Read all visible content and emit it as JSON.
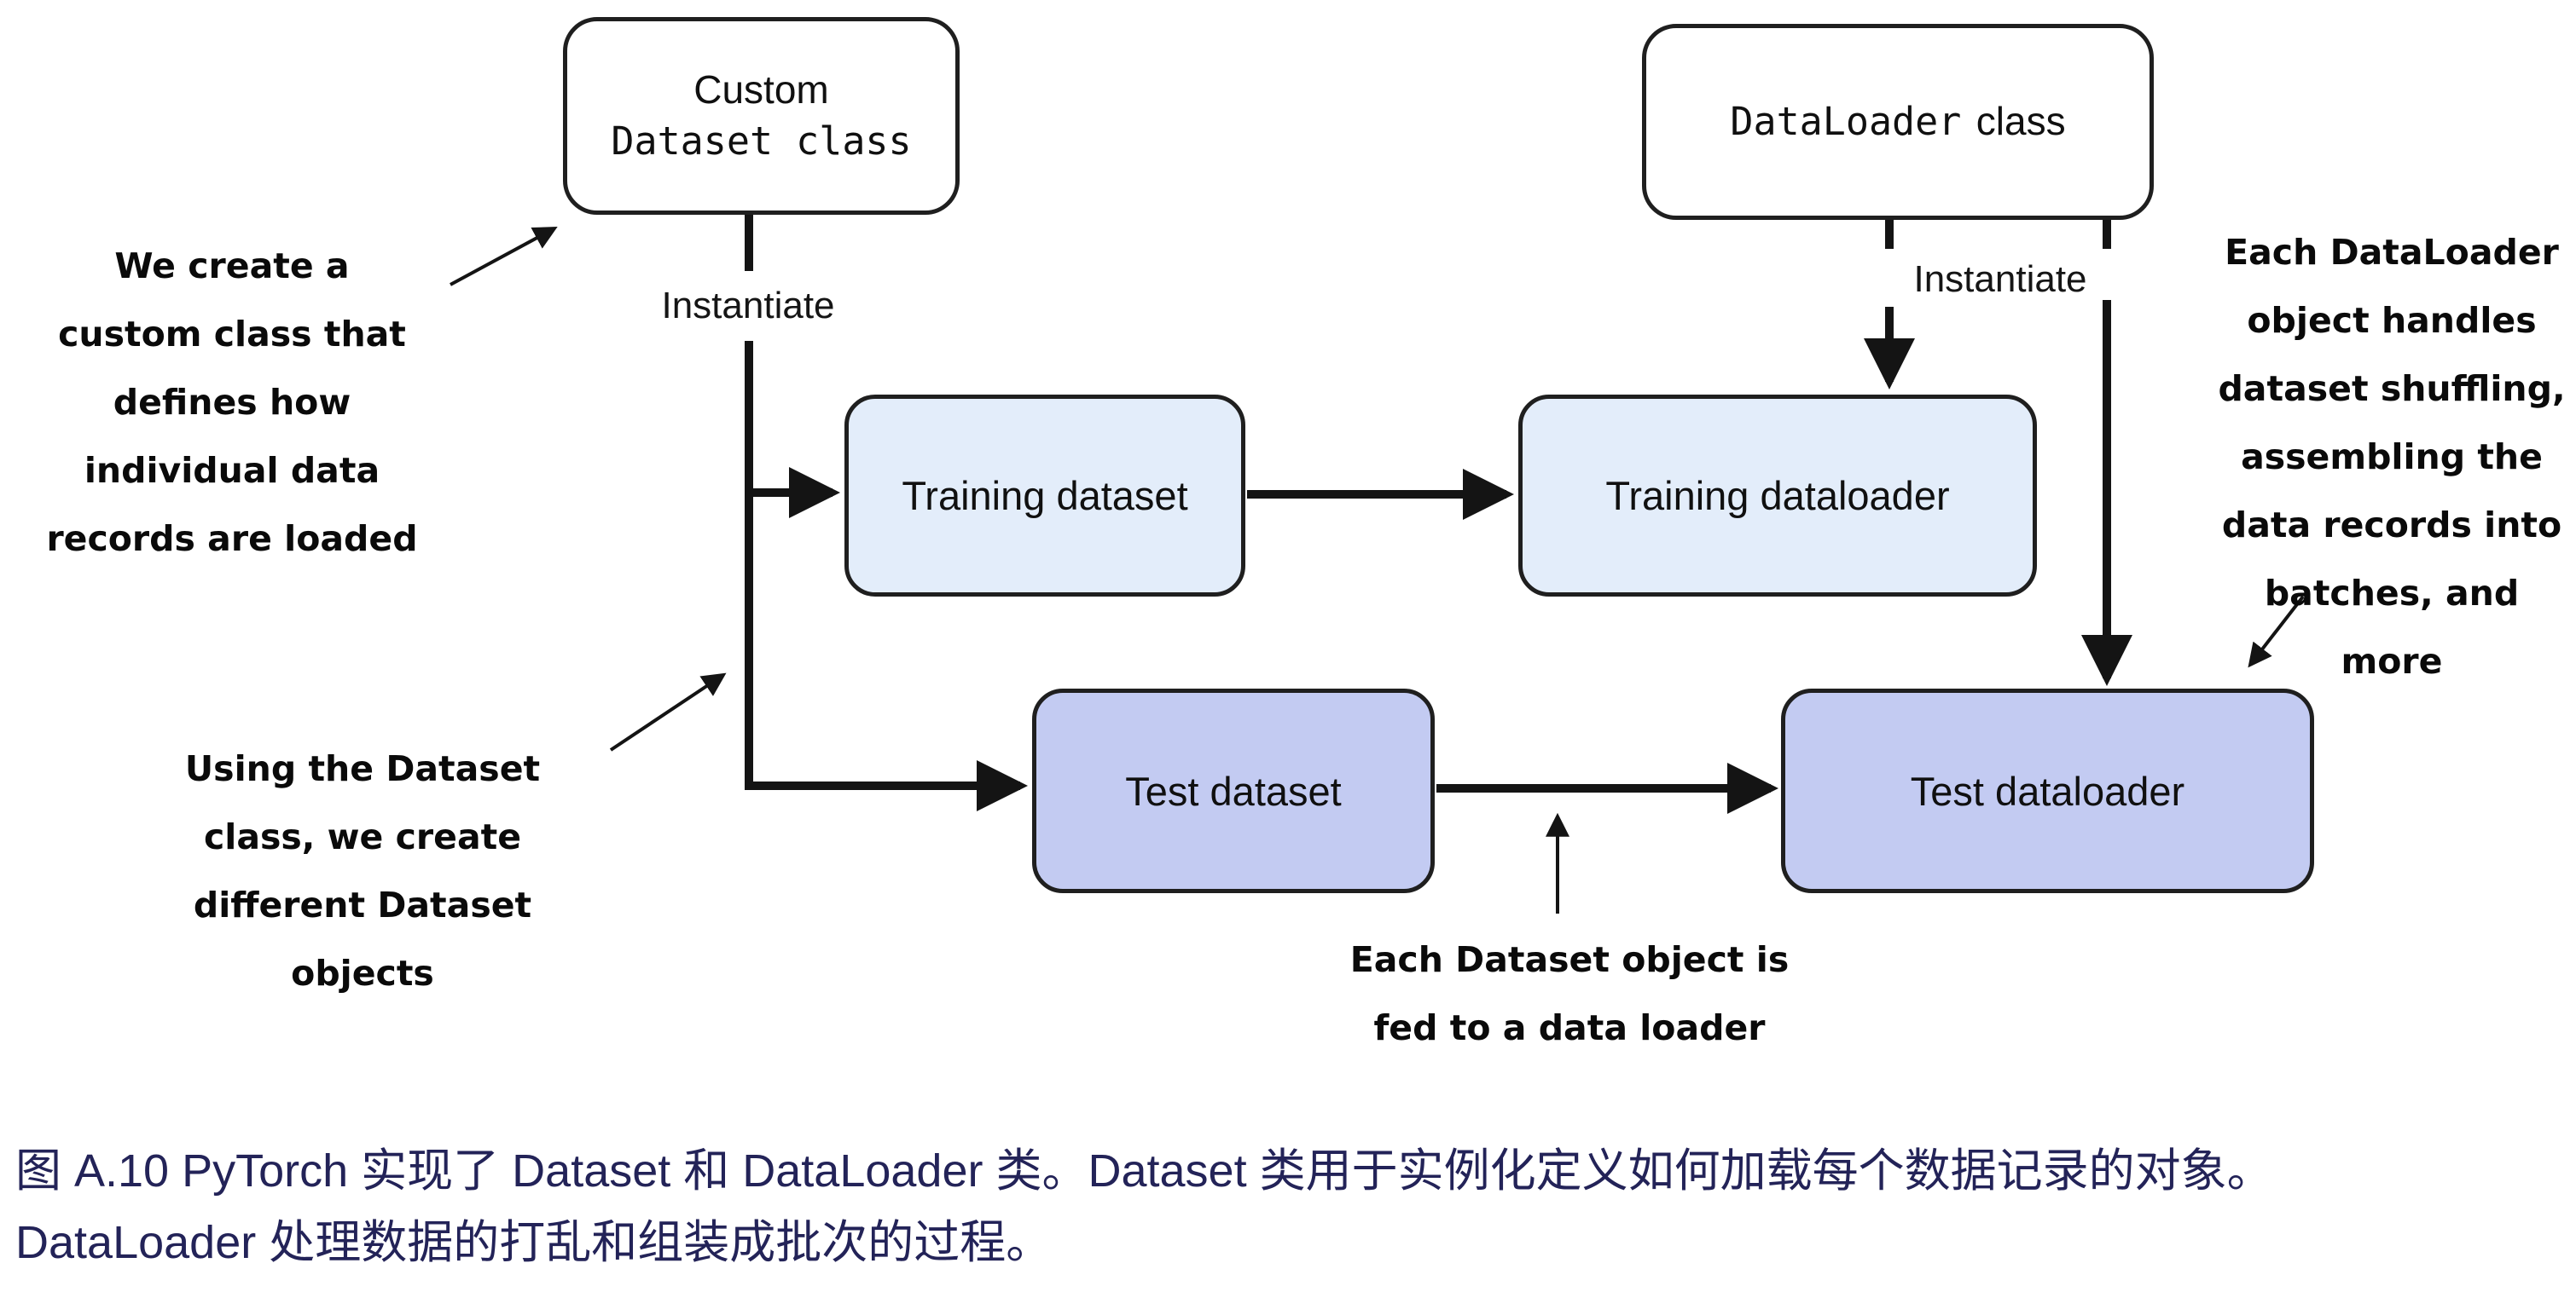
{
  "colors": {
    "class_box_fill": "#ffffff",
    "train_box_fill": "#e3edfa",
    "test_box_fill": "#c3cbf2",
    "box_border": "#1f1f1f",
    "line": "#141414",
    "caption_text": "#232358"
  },
  "boxes": {
    "custom_dataset_class": {
      "line1": "Custom",
      "line2": "Dataset class"
    },
    "dataloader_class": {
      "code": "DataLoader",
      "rest": "class"
    },
    "training_dataset": {
      "label": "Training dataset"
    },
    "training_dataloader": {
      "label": "Training dataloader"
    },
    "test_dataset": {
      "label": "Test dataset"
    },
    "test_dataloader": {
      "label": "Test dataloader"
    }
  },
  "labels": {
    "instantiate_left": "Instantiate",
    "instantiate_right": "Instantiate"
  },
  "annotations": {
    "create_custom_class": {
      "lines": [
        "We create a",
        "custom class that",
        "defines how",
        "individual data",
        "records are loaded"
      ]
    },
    "using_dataset_class": {
      "lines": [
        "Using the Dataset",
        "class, we create",
        "different Dataset",
        "objects"
      ]
    },
    "dataset_fed_to_loader": {
      "lines": [
        "Each Dataset object is",
        "fed to a data loader"
      ]
    },
    "dataloader_handles": {
      "lines": [
        "Each DataLoader",
        "object handles",
        "dataset shuffling,",
        "assembling the",
        "data records into",
        "batches, and more"
      ]
    }
  },
  "caption": {
    "line1": "图 A.10 PyTorch 实现了 Dataset 和 DataLoader 类。Dataset 类用于实例化定义如何加载每个数据记录的对象。",
    "line2": "DataLoader 处理数据的打乱和组装成批次的过程。"
  }
}
